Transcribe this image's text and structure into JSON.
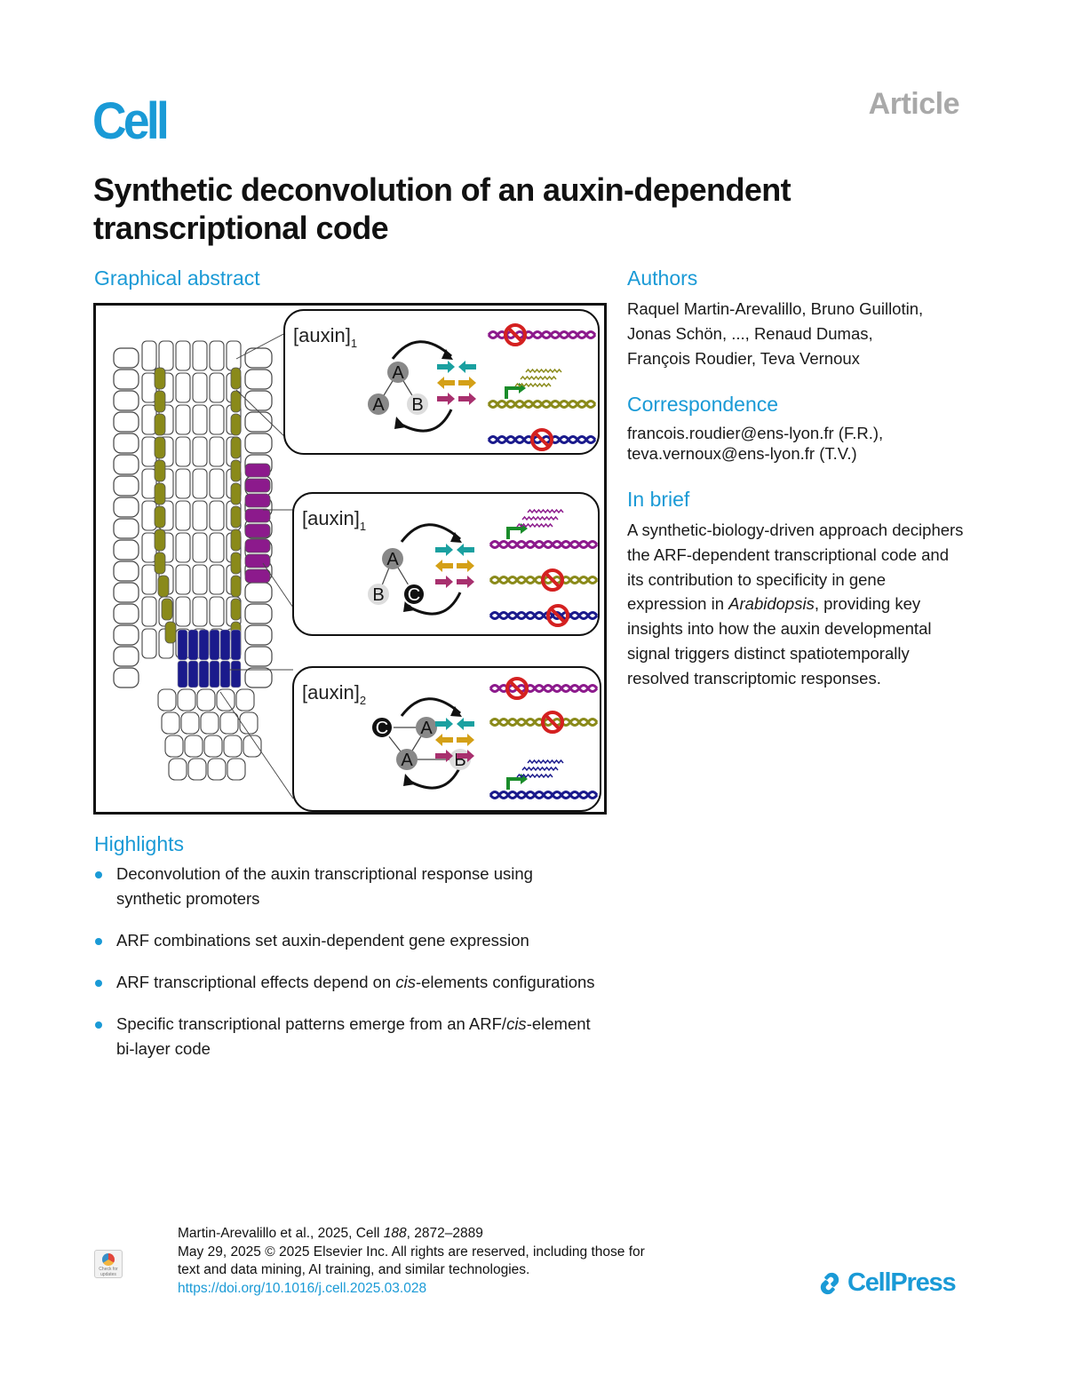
{
  "header": {
    "journal_logo": "Cell",
    "article_type": "Article",
    "title": "Synthetic deconvolution of an auxin-dependent transcriptional code"
  },
  "graphical_abstract": {
    "heading": "Graphical abstract",
    "colors": {
      "olive": "#8a8a1a",
      "magenta": "#8c1a8c",
      "navy": "#1a1a8c",
      "teal": "#1aa0a0",
      "gold": "#d4a017",
      "plum": "#a8306e",
      "green": "#1a8c2a",
      "block_red": "#d42020"
    },
    "panels": [
      {
        "label": "[auxin]",
        "subscript": "1",
        "nodes": [
          "A",
          "A",
          "B"
        ],
        "genes": [
          {
            "color": "magenta",
            "state": "repressed"
          },
          {
            "color": "olive",
            "state": "expressed"
          },
          {
            "color": "navy",
            "state": "repressed"
          }
        ]
      },
      {
        "label": "[auxin]",
        "subscript": "1",
        "nodes": [
          "A",
          "B",
          "C"
        ],
        "genes": [
          {
            "color": "magenta",
            "state": "expressed"
          },
          {
            "color": "olive",
            "state": "repressed"
          },
          {
            "color": "navy",
            "state": "repressed"
          }
        ]
      },
      {
        "label": "[auxin]",
        "subscript": "2",
        "nodes": [
          "C",
          "A",
          "A",
          "B"
        ],
        "genes": [
          {
            "color": "magenta",
            "state": "repressed"
          },
          {
            "color": "olive",
            "state": "repressed"
          },
          {
            "color": "navy",
            "state": "expressed"
          }
        ]
      }
    ]
  },
  "authors": {
    "heading": "Authors",
    "lines": [
      "Raquel Martin-Arevalillo, Bruno Guillotin,",
      "Jonas Schön, ..., Renaud Dumas,",
      "François Roudier, Teva Vernoux"
    ]
  },
  "correspondence": {
    "heading": "Correspondence",
    "lines": [
      "francois.roudier@ens-lyon.fr (F.R.),",
      "teva.vernoux@ens-lyon.fr (T.V.)"
    ]
  },
  "in_brief": {
    "heading": "In brief",
    "text_before": "A synthetic-biology-driven approach deciphers the ARF-dependent transcriptional code and its contribution to specificity in gene expression in ",
    "italic": "Arabidopsis",
    "text_after": ", providing key insights into how the auxin developmental signal triggers distinct spatiotemporally resolved transcriptomic responses."
  },
  "highlights": {
    "heading": "Highlights",
    "items": [
      {
        "before": "Deconvolution of the auxin transcriptional response using synthetic promoters",
        "italic": "",
        "after": ""
      },
      {
        "before": "ARF combinations set auxin-dependent gene expression",
        "italic": "",
        "after": ""
      },
      {
        "before": "ARF transcriptional effects depend on ",
        "italic": "cis",
        "after": "-elements configurations"
      },
      {
        "before": "Specific transcriptional patterns emerge from an ARF/",
        "italic": "cis",
        "after": "-element bi-layer code"
      }
    ]
  },
  "footer": {
    "citation_before": "Martin-Arevalillo et al., 2025, Cell ",
    "citation_volume": "188",
    "citation_after": ", 2872–2889",
    "rights_line1": "May 29, 2025 © 2025 Elsevier Inc. All rights are reserved, including those for",
    "rights_line2": "text and data mining, AI training, and similar technologies.",
    "doi": "https://doi.org/10.1016/j.cell.2025.03.028",
    "crossmark_label": "Check for updates",
    "publisher_logo": "CellPress"
  },
  "theme": {
    "accent": "#1a9ad6",
    "article_label_color": "#a9a9a9"
  }
}
